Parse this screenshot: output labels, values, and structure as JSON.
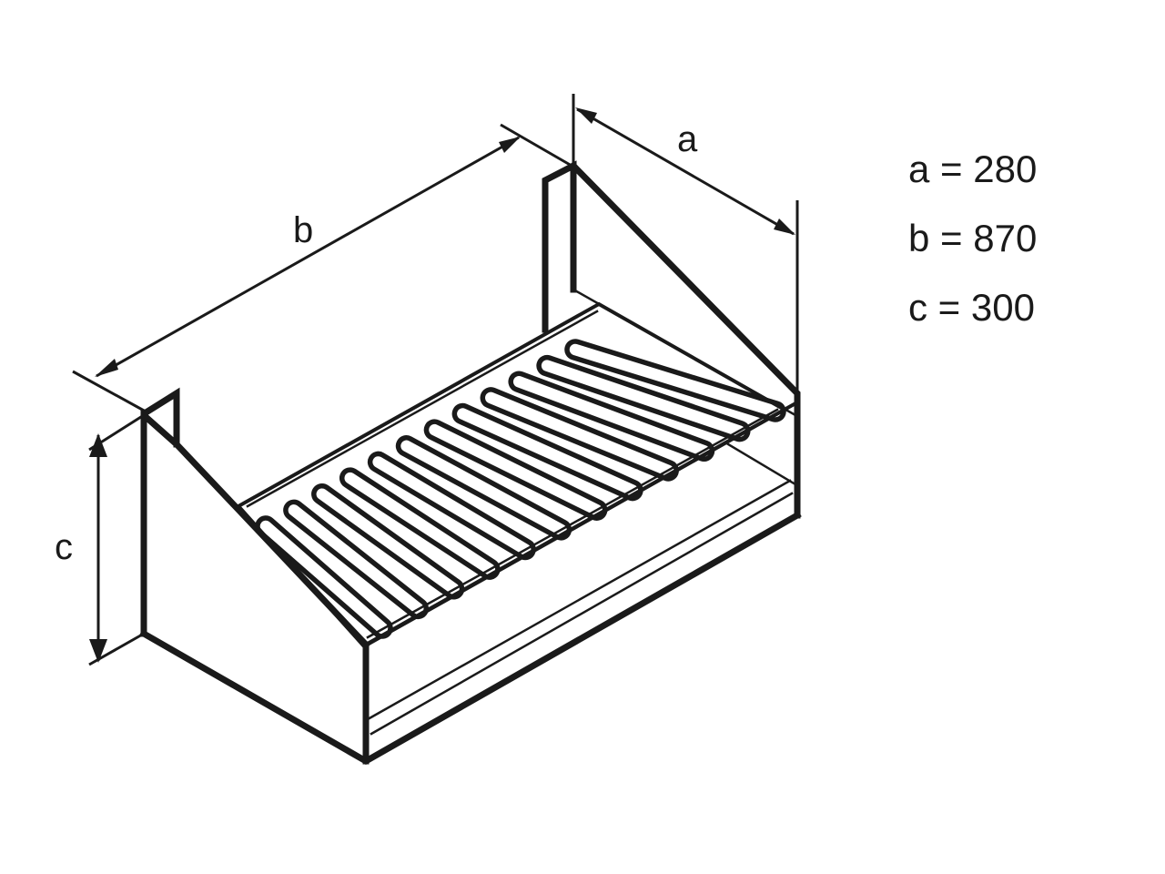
{
  "dimensions": {
    "a": {
      "label": "a",
      "value": "280"
    },
    "b": {
      "label": "b",
      "value": "870"
    },
    "c": {
      "label": "c",
      "value": "300"
    }
  },
  "legend": [
    {
      "text": "a = 280"
    },
    {
      "text": "b = 870"
    },
    {
      "text": "c = 300"
    }
  ],
  "grid_slot_count": 12,
  "colors": {
    "line": "#1a1a1a",
    "background": "#ffffff"
  }
}
